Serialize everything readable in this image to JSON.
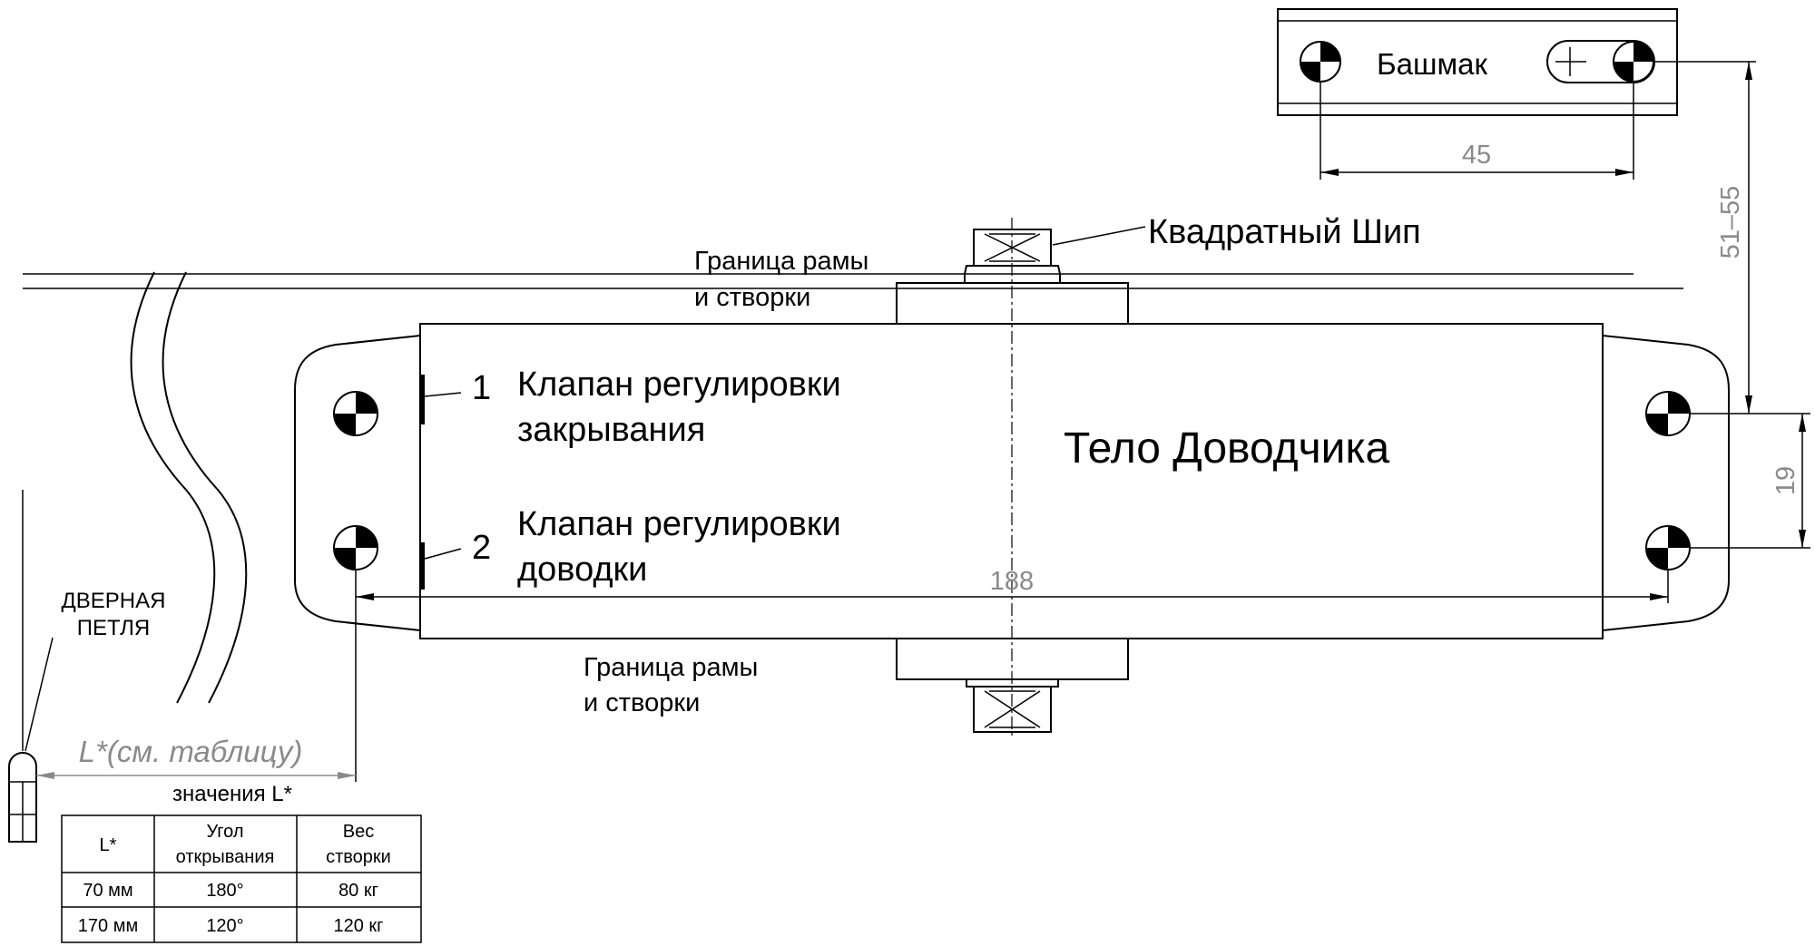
{
  "labels": {
    "shoe": "Башмак",
    "square_pin": "Квадратный Шип",
    "frame_border_top_1": "Граница рамы",
    "frame_border_top_2": "и створки",
    "frame_border_bottom_1": "Граница рамы",
    "frame_border_bottom_2": "и створки",
    "valve1_number": "1",
    "valve1_line1": "Клапан регулировки",
    "valve1_line2": "закрывания",
    "valve2_number": "2",
    "valve2_line1": "Клапан регулировки",
    "valve2_line2": "доводки",
    "body": "Тело Доводчика",
    "hinge_line1": "ДВЕРНАЯ",
    "hinge_line2": "ПЕТЛЯ",
    "l_dimension": "L*(см. таблицу)",
    "table_caption": "значения L*"
  },
  "dimensions": {
    "shoe_holes": "45",
    "height_range": "51–55",
    "holes_vertical": "19",
    "holes_horizontal": "188"
  },
  "table": {
    "headers": [
      "L*",
      "Угол\nоткрывания",
      "Вес\nстворки"
    ],
    "rows": [
      [
        "70 мм",
        "180°",
        "80 кг"
      ],
      [
        "170 мм",
        "120°",
        "120 кг"
      ]
    ]
  }
}
